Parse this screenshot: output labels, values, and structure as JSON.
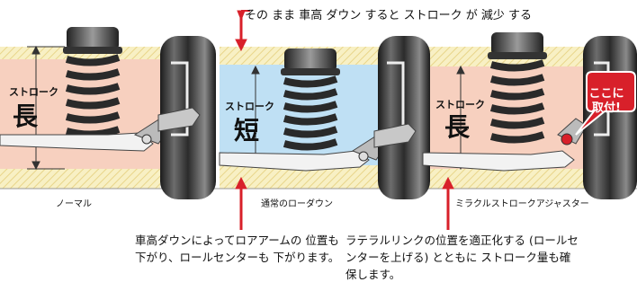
{
  "top_caption": "その まま 車高 ダウン すると ストローク が 減少 する",
  "panels": [
    {
      "label": "ノーマル",
      "stroke_text": "ストローク",
      "stroke_size": "長"
    },
    {
      "label": "通常のローダウン",
      "stroke_text": "ストローク",
      "stroke_size": "短"
    },
    {
      "label": "ミラクルストロークアジャスター",
      "stroke_text": "ストローク",
      "stroke_size": "長"
    }
  ],
  "badge": {
    "line1": "ここに",
    "line2": "取付!"
  },
  "caption_left": "車高ダウンによってロアアームの 位置も下がり、ロールセンターも 下がります。",
  "caption_right": "ラテラルリンクの位置を適正化する (ロールセンターを上げる) とともに ストローク量も確保します。",
  "colors": {
    "panel1_bg": "#f7d0bf",
    "panel2_bg": "#bfe0f4",
    "panel3_bg": "#f7d0bf",
    "hatch": "#f3e7a8",
    "accent_red": "#d8202a",
    "spring": "#2a2a2a"
  }
}
